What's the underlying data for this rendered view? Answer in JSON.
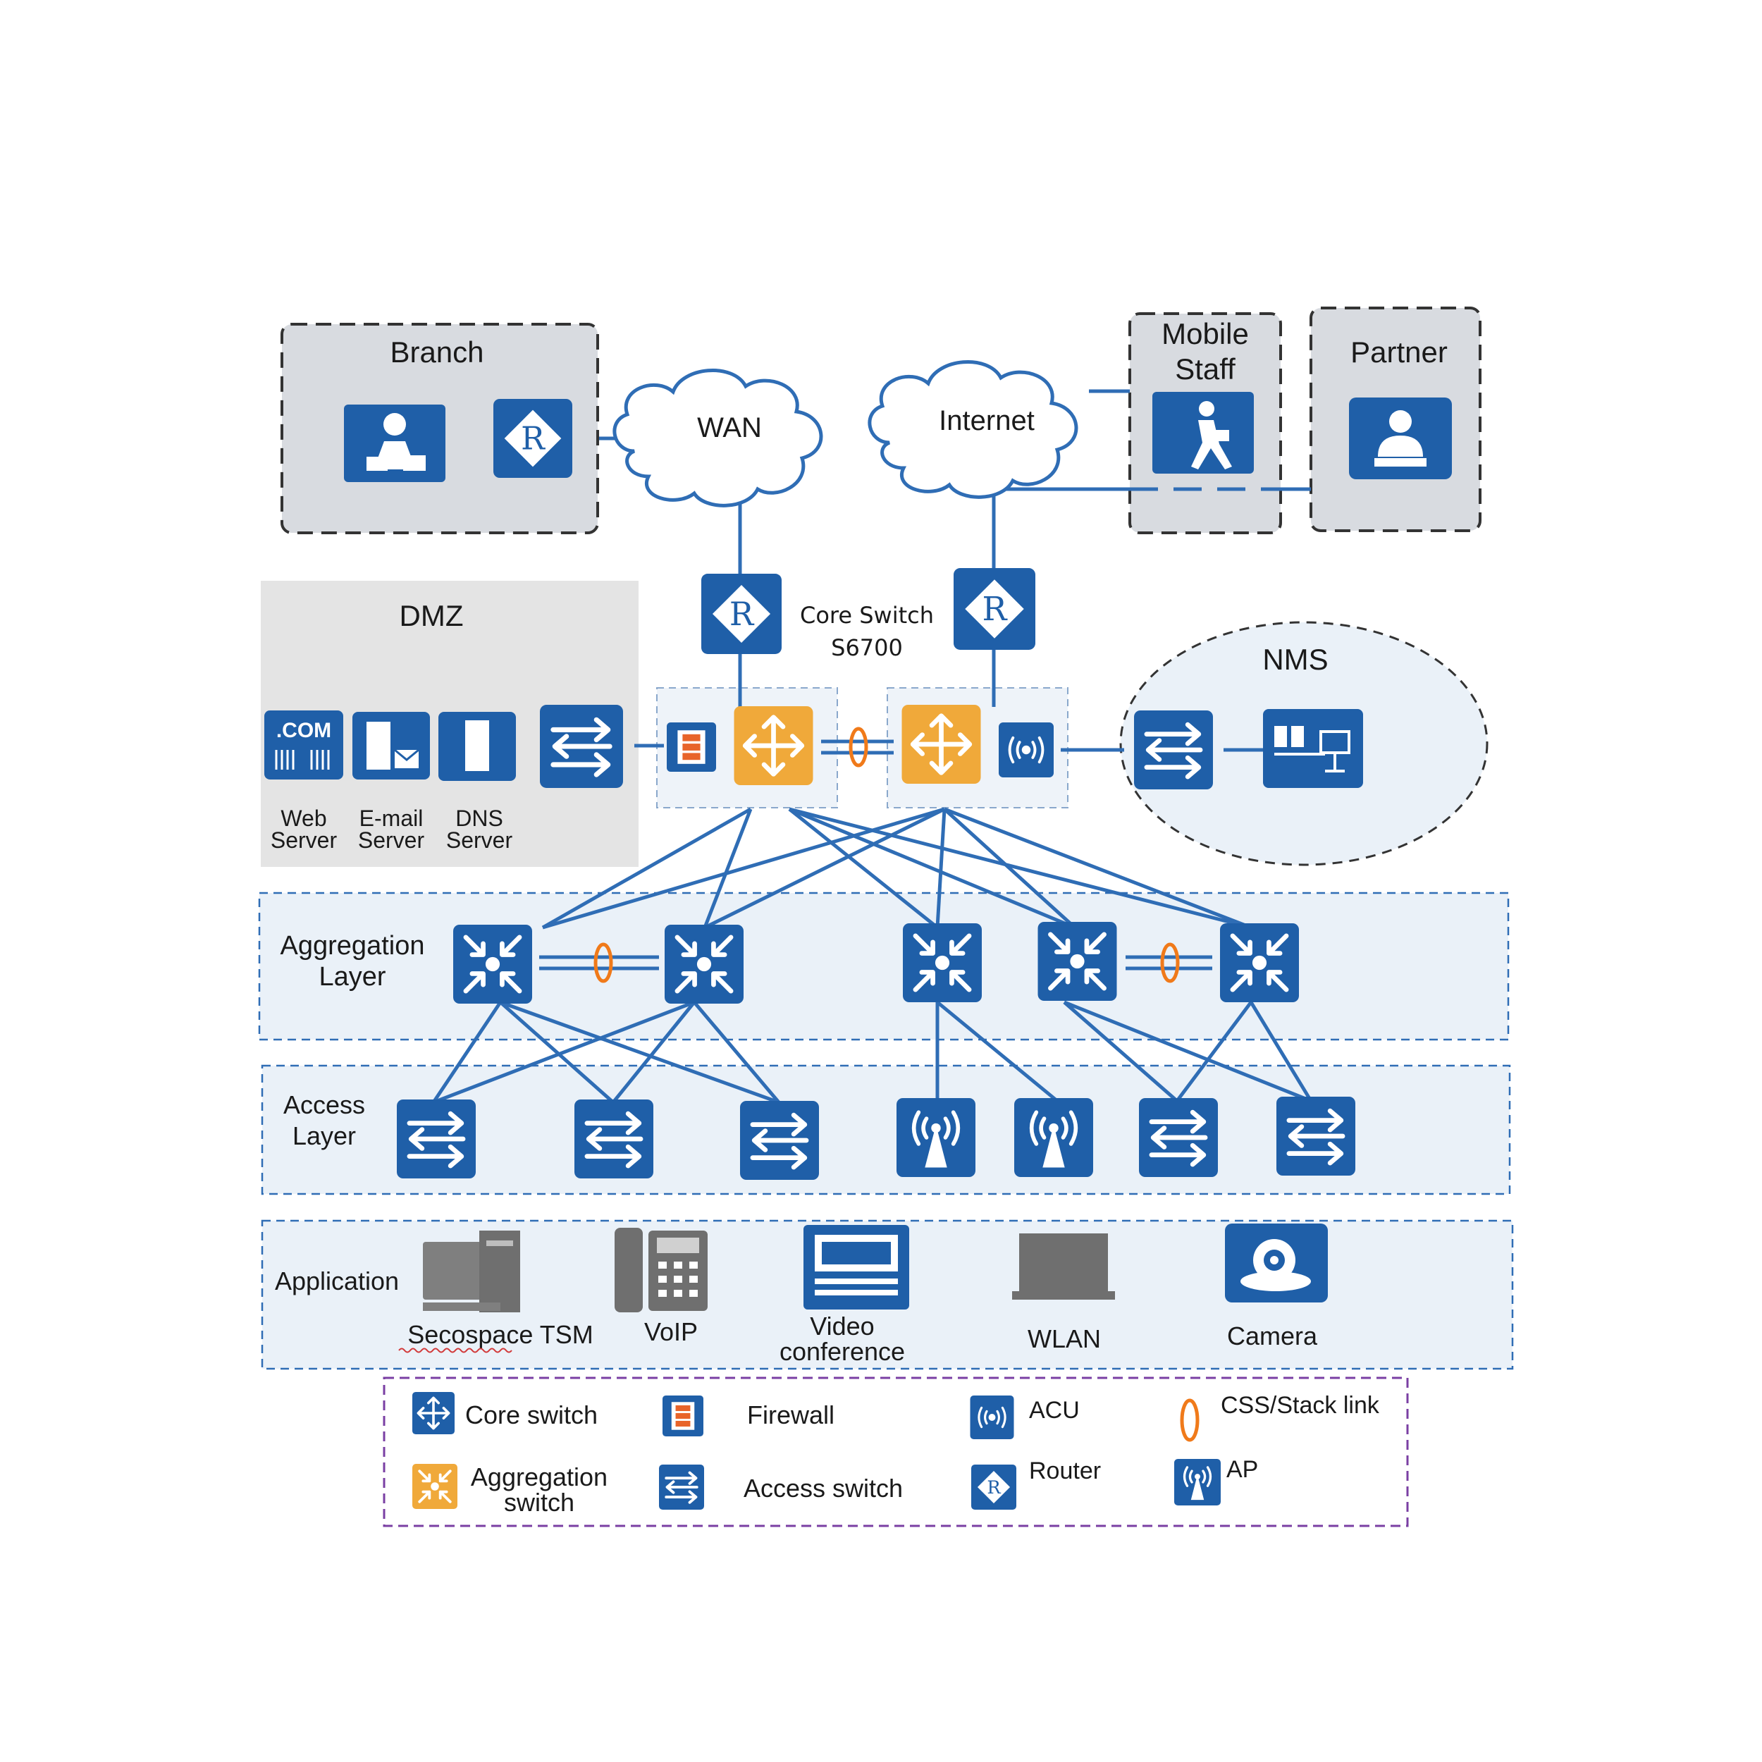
{
  "zones": {
    "branch": "Branch",
    "mobile_staff": [
      "Mobile",
      "Staff"
    ],
    "partner": "Partner",
    "dmz": "DMZ",
    "nms": "NMS"
  },
  "clouds": {
    "wan": "WAN",
    "internet": "Internet"
  },
  "core_switch_label": [
    "Core Switch",
    "S6700"
  ],
  "dmz_servers": {
    "web": [
      "Web",
      "Server"
    ],
    "email": [
      "E-mail",
      "Server"
    ],
    "dns": [
      "DNS",
      "Server"
    ],
    "com_badge": ".COM"
  },
  "layers": {
    "aggregation": [
      "Aggregation",
      "Layer"
    ],
    "access": [
      "Access",
      "Layer"
    ],
    "application": "Application"
  },
  "applications": {
    "secospace": "Secospace TSM",
    "voip": "VoIP",
    "video": [
      "Video",
      "conference"
    ],
    "wlan": "WLAN",
    "camera": "Camera"
  },
  "legend": {
    "core_switch": "Core switch",
    "firewall": "Firewall",
    "acu": "ACU",
    "css_stack": "CSS/Stack link",
    "aggregation_switch": [
      "Aggregation",
      "switch"
    ],
    "access_switch": "Access switch",
    "router": "Router",
    "ap": "AP"
  },
  "colors": {
    "device_blue": "#1f5fa8",
    "aggregation_orange": "#f0a93a",
    "link_blue": "#2f6db5",
    "stack_orange": "#f07a1a",
    "zone_gray": "#d8dbe0",
    "layer_fill": "#eaf1f8",
    "legend_border": "#7a3fa3"
  }
}
